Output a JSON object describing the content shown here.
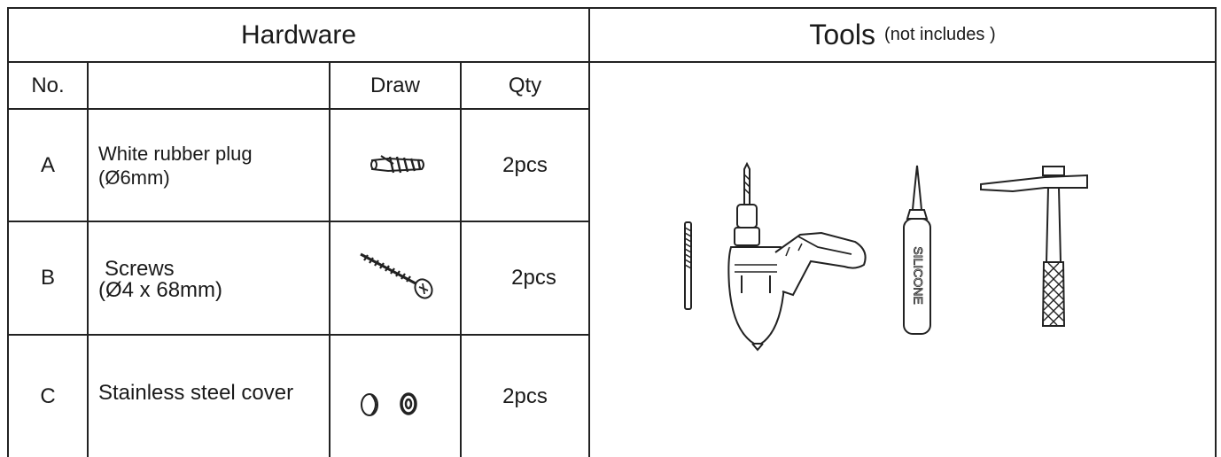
{
  "hardware": {
    "title": "Hardware",
    "columns": {
      "no": "No.",
      "name": "",
      "draw": "Draw",
      "qty": "Qty"
    },
    "rows": [
      {
        "no": "A",
        "name_line1": "White rubber plug",
        "name_line2": "(Ø6mm)",
        "qty": "2pcs",
        "icon": "rubber-plug-icon"
      },
      {
        "no": "B",
        "name_line1": "Screws",
        "name_line2": "(Ø4 x 68mm)",
        "qty": "2pcs",
        "icon": "screw-icon"
      },
      {
        "no": "C",
        "name_line1": "Stainless steel cover",
        "name_line2": "",
        "qty": "2pcs",
        "icon": "steel-cover-icon"
      }
    ]
  },
  "tools": {
    "title": "Tools",
    "note": "(not includes )",
    "items": [
      {
        "icon": "drill-bit-icon"
      },
      {
        "icon": "electric-drill-icon"
      },
      {
        "icon": "silicone-tube-icon",
        "label": "SILICONE"
      },
      {
        "icon": "hammer-icon"
      }
    ]
  },
  "colors": {
    "line": "#222222",
    "background": "#ffffff"
  }
}
